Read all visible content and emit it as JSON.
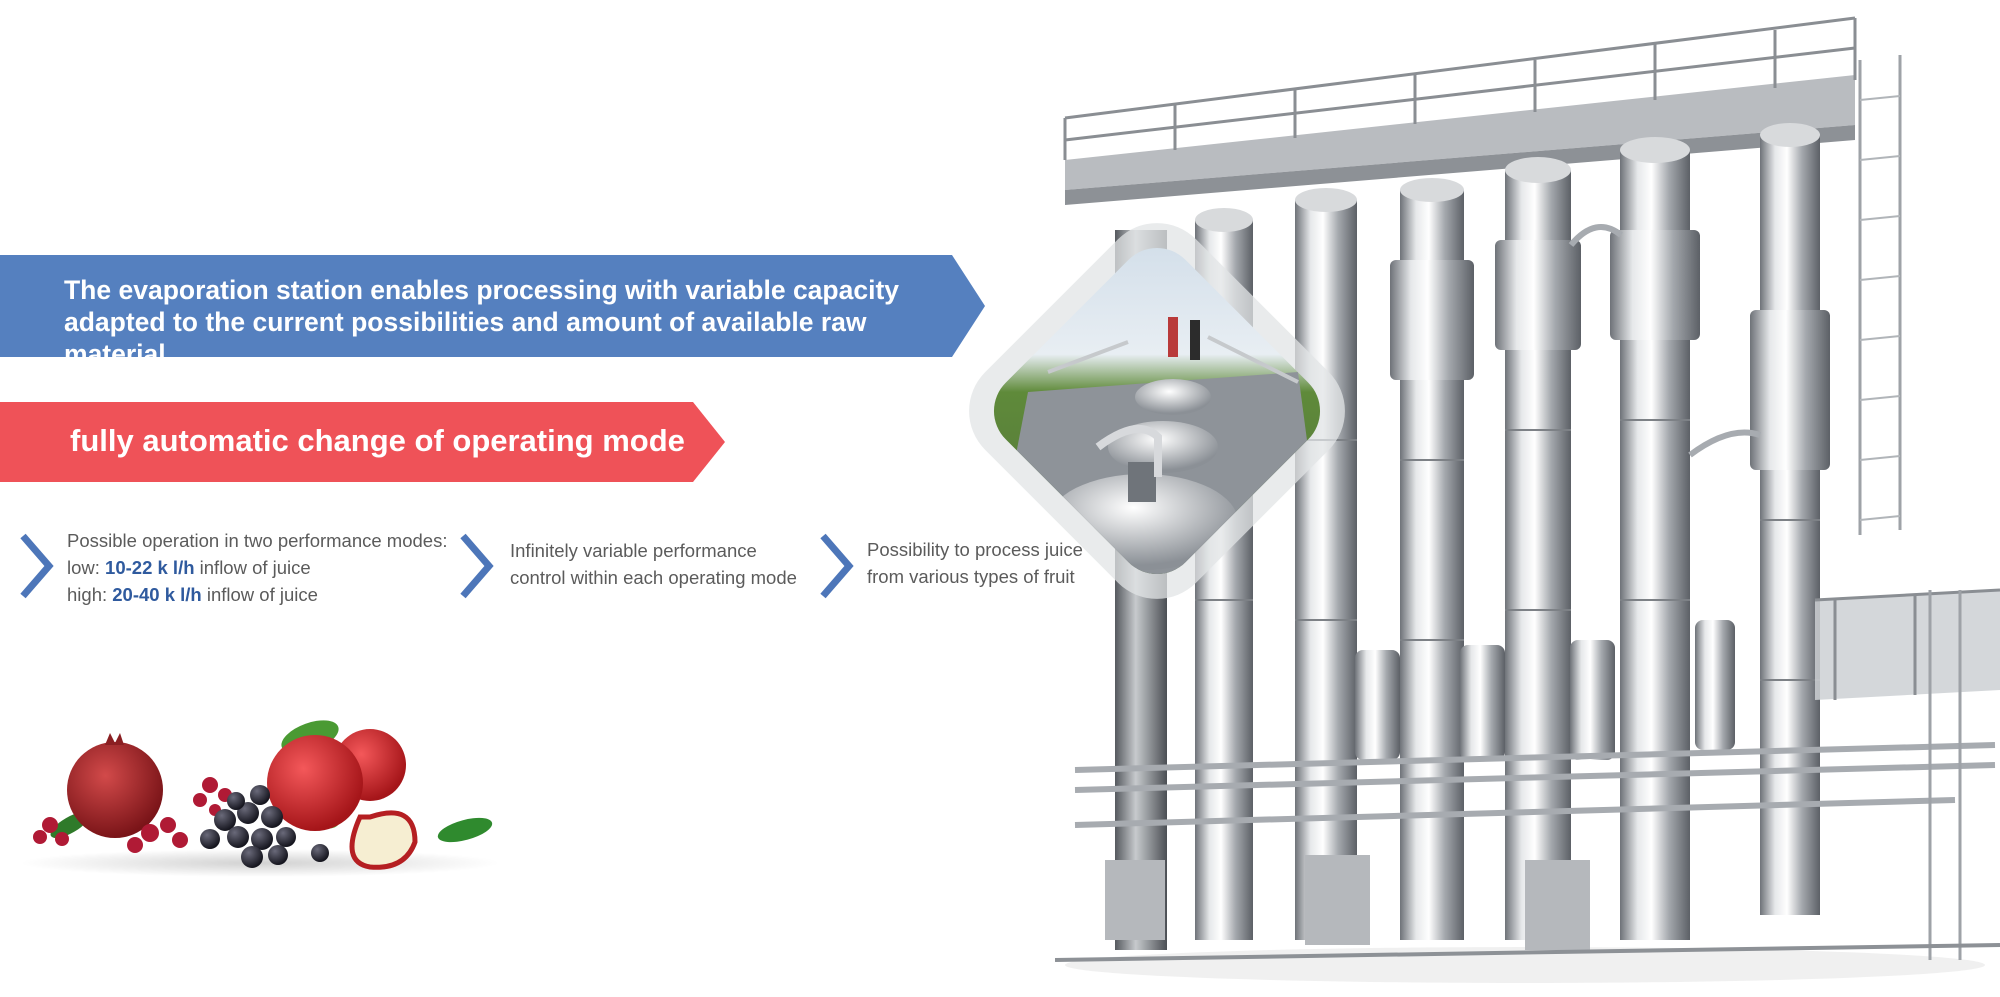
{
  "banner_primary": {
    "line1": "The evaporation station enables processing with variable capacity",
    "line2": "adapted to the current possibilities and amount of available raw material."
  },
  "banner_secondary": {
    "text": "fully automatic change of operating mode"
  },
  "features": [
    {
      "line1": "Possible operation in two performance modes:",
      "line2_prefix": "low: ",
      "line2_value": "10-22 k l/h",
      "line2_suffix": " inflow of juice",
      "line3_prefix": "high: ",
      "line3_value": "20-40 k l/h",
      "line3_suffix": " inflow of juice"
    },
    {
      "line1": "Infinitely variable performance",
      "line2": "control within each operating mode"
    },
    {
      "line1": "Possibility to process juice",
      "line2": "from various types of fruit"
    }
  ],
  "colors": {
    "banner_blue": "#5580bf",
    "banner_red": "#ef5258",
    "chevron": "#4d76b9",
    "highlight": "#2f5a9e"
  },
  "icons": [
    "chevron-right-icon"
  ]
}
